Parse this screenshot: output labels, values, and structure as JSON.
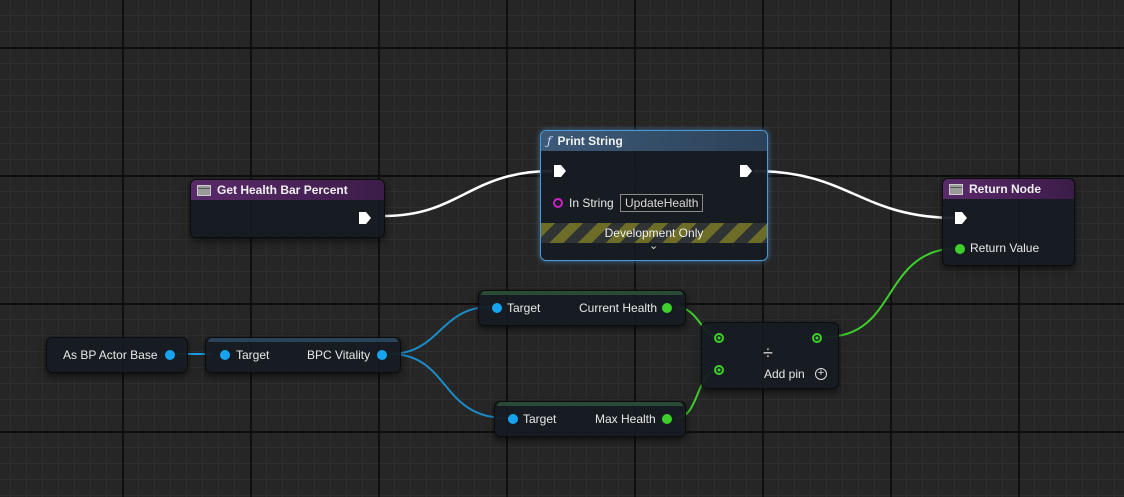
{
  "nodes": {
    "get_health_bar": {
      "title": "Get Health Bar Percent",
      "icon": "function-entry-icon"
    },
    "print_string": {
      "title": "Print String",
      "title_glyph": "ƒ",
      "in_string_label": "In String",
      "in_string_value": "UpdateHealth",
      "dev_only": "Development Only",
      "expand_glyph": "⌄"
    },
    "return_node": {
      "title": "Return Node",
      "return_value_label": "Return Value"
    },
    "as_bp_actor": {
      "output_label": "As BP Actor Base"
    },
    "get_vitality": {
      "target_label": "Target",
      "output_label": "BPC Vitality"
    },
    "get_current_health": {
      "target_label": "Target",
      "output_label": "Current Health"
    },
    "get_max_health": {
      "target_label": "Target",
      "output_label": "Max Health"
    },
    "divide": {
      "symbol": "÷",
      "add_pin_label": "Add pin",
      "add_pin_glyph": "+"
    }
  },
  "colors": {
    "exec_wire": "#ffffff",
    "object_pin": "#16a4ef",
    "float_pin": "#3ecf2c",
    "string_pin": "#d020c8",
    "function_header": "#5a2a6a",
    "print_header": "#3c5a78"
  }
}
